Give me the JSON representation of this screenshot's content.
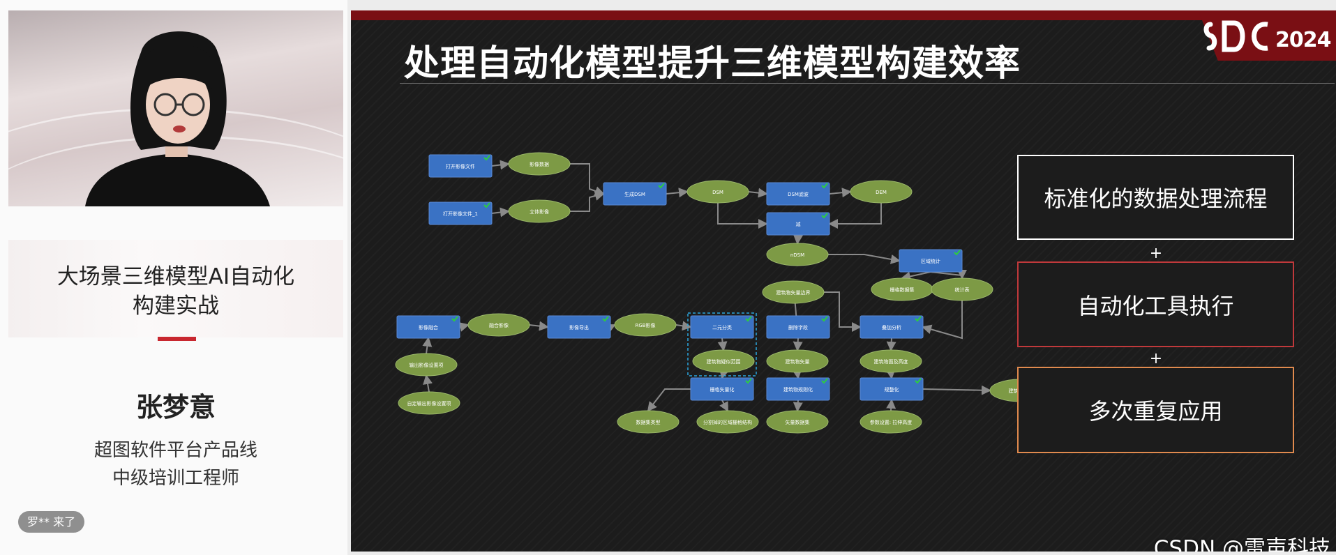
{
  "talk": {
    "title_line1": "大场景三维模型AI自动化",
    "title_line2": "构建实战",
    "speaker": "张梦意",
    "org_line1": "超图软件平台产品线",
    "org_line2": "中级培训工程师"
  },
  "chat": {
    "toast": "罗** 来了"
  },
  "slide": {
    "title": "处理自动化模型提升三维模型构建效率",
    "logo_year": "2024",
    "boxes": [
      {
        "label": "标准化的数据处理流程",
        "color": "#ffffff"
      },
      {
        "label": "自动化工具执行",
        "color": "#c0393b"
      },
      {
        "label": "多次重复应用",
        "color": "#e08a4e"
      }
    ],
    "plus": "+",
    "colors": {
      "tool": "#3a72c4",
      "data": "#7d9a45",
      "arrow": "#8a8a8a",
      "check": "#2ecc40"
    }
  },
  "model": {
    "tools": [
      "打开影像文件",
      "打开影像文件_1",
      "生成DSM",
      "DSM滤波",
      "减",
      "区域统计",
      "影像融合",
      "影像导出",
      "二元分类",
      "删除字段",
      "叠加分析",
      "栅格矢量化",
      "建筑物规则化",
      "规整化"
    ],
    "data": [
      "影像数据",
      "立体影像",
      "DSM",
      "DEM",
      "nDSM",
      "栅格数据集",
      "统计表",
      "输出影像设置项",
      "自定输出影像设置项",
      "融合影像",
      "RGB影像",
      "建筑物矢量边界",
      "建筑物疑似范围",
      "建筑物矢量",
      "建筑物面及高度",
      "建筑物白模",
      "数据集类型",
      "分割掉的区域栅格结构",
      "矢量数据集",
      "参数设置: 拉伸高度"
    ]
  },
  "watermark": "CSDN @雷声科技"
}
